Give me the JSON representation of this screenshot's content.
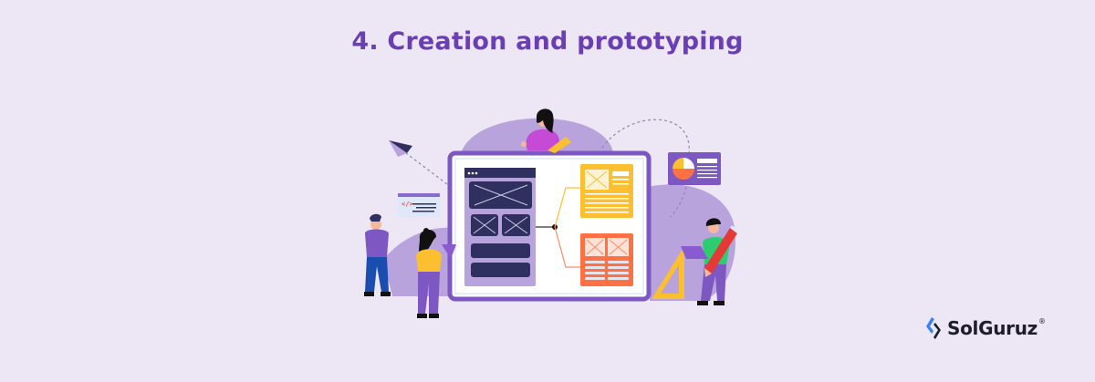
{
  "title": "4. Creation and prototyping",
  "brand": {
    "name": "SolGuruz",
    "registered_mark": "®"
  },
  "colors": {
    "background": "#ede6f5",
    "title": "#6a3fb5",
    "accent_purple": "#7d57c2",
    "blob_purple": "#b8a3dc",
    "wireframe_navy": "#2f3060",
    "card_yellow": "#fbbf2f",
    "card_orange": "#ff7043",
    "brand_blue": "#3b82f6"
  },
  "illustration": {
    "elements": [
      "paper-plane",
      "code-window",
      "dashboard-screen",
      "wireframe",
      "yellow-card",
      "orange-card",
      "pie-chart-card",
      "ruler-triangle",
      "pencil",
      "people"
    ],
    "code_symbol": "</>"
  }
}
